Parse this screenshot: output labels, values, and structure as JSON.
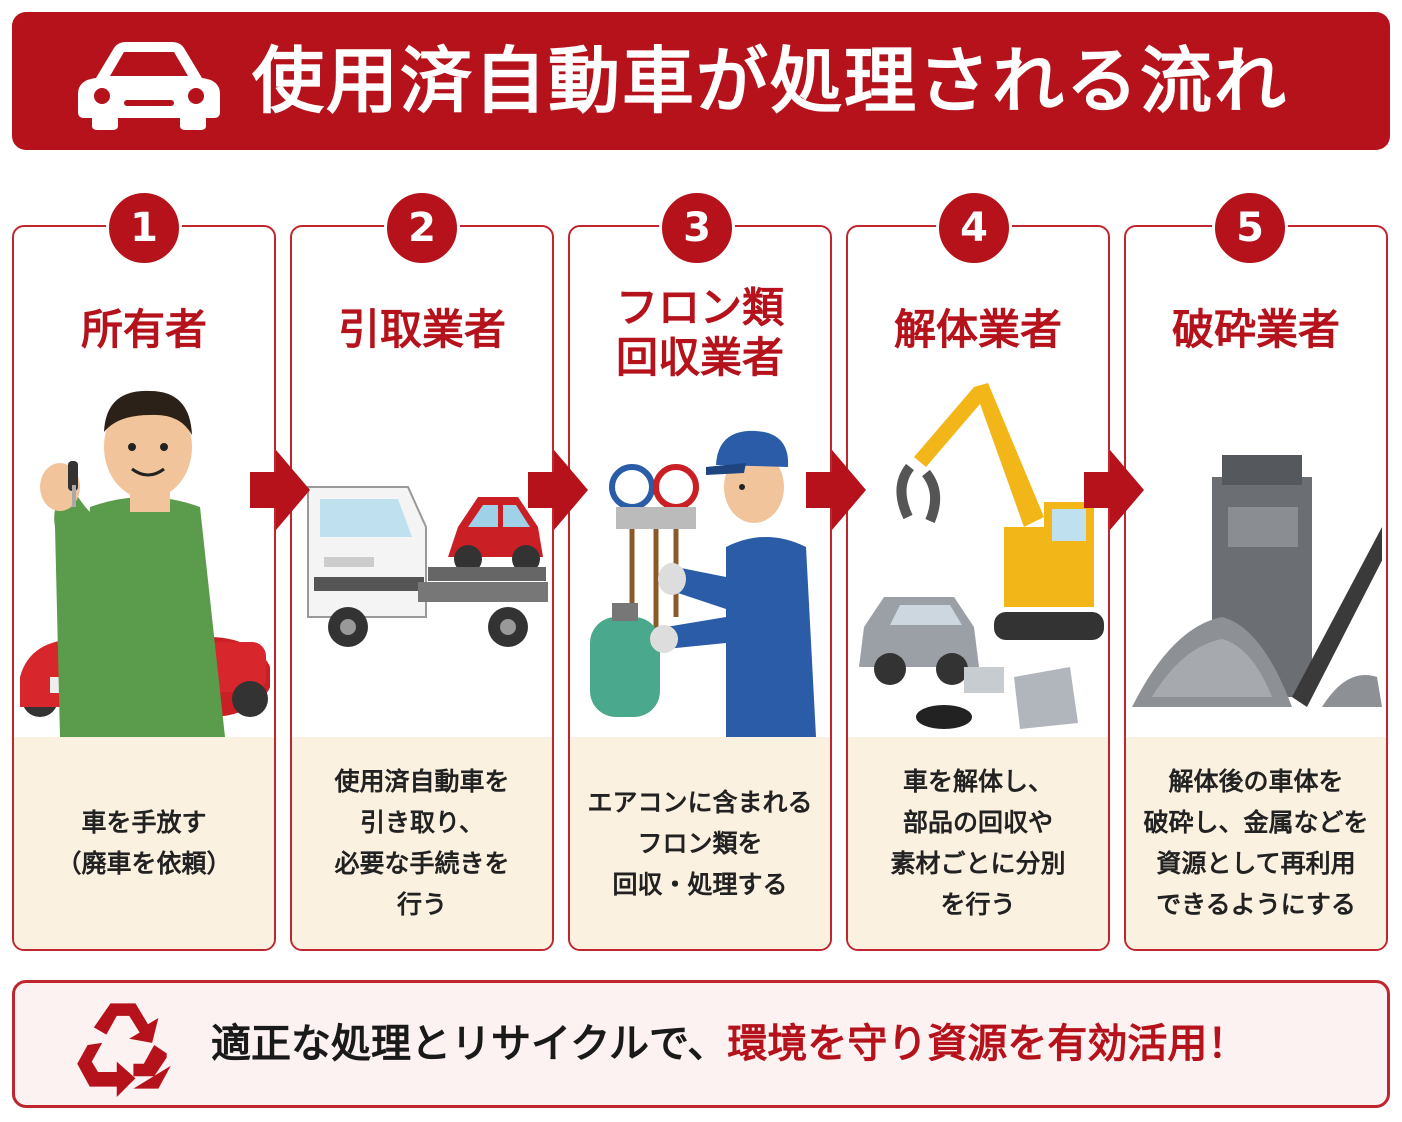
{
  "header": {
    "title": "使用済自動車が処理される流れ",
    "icon": "car-icon"
  },
  "steps": [
    {
      "number": "1",
      "title_lines": [
        "所有者"
      ],
      "desc_lines": [
        "車を手放す",
        "（廃車を依頼）"
      ],
      "icon": "owner-with-key-illustration"
    },
    {
      "number": "2",
      "title_lines": [
        "引取業者"
      ],
      "desc_lines": [
        "使用済自動車を",
        "引き取り、",
        "必要な手続きを",
        "行う"
      ],
      "icon": "tow-truck-illustration"
    },
    {
      "number": "3",
      "title_lines": [
        "フロン類",
        "回収業者"
      ],
      "desc_lines": [
        "エアコンに含まれる",
        "フロン類を",
        "回収・処理する"
      ],
      "icon": "refrigerant-technician-illustration"
    },
    {
      "number": "4",
      "title_lines": [
        "解体業者"
      ],
      "desc_lines": [
        "車を解体し、",
        "部品の回収や",
        "素材ごとに分別",
        "を行う"
      ],
      "icon": "excavator-illustration"
    },
    {
      "number": "5",
      "title_lines": [
        "破砕業者"
      ],
      "desc_lines": [
        "解体後の車体を",
        "破砕し、金属などを",
        "資源として再利用",
        "できるようにする"
      ],
      "icon": "shredder-illustration"
    }
  ],
  "footer": {
    "message_plain": "適正な処理とリサイクルで、",
    "message_highlight": "環境を守り資源を有効活用！",
    "icon": "recycle-icon"
  },
  "colors": {
    "primary": "#b5121b",
    "desc_bg": "#fbf1e1",
    "footer_bg": "#fdf2f2"
  }
}
